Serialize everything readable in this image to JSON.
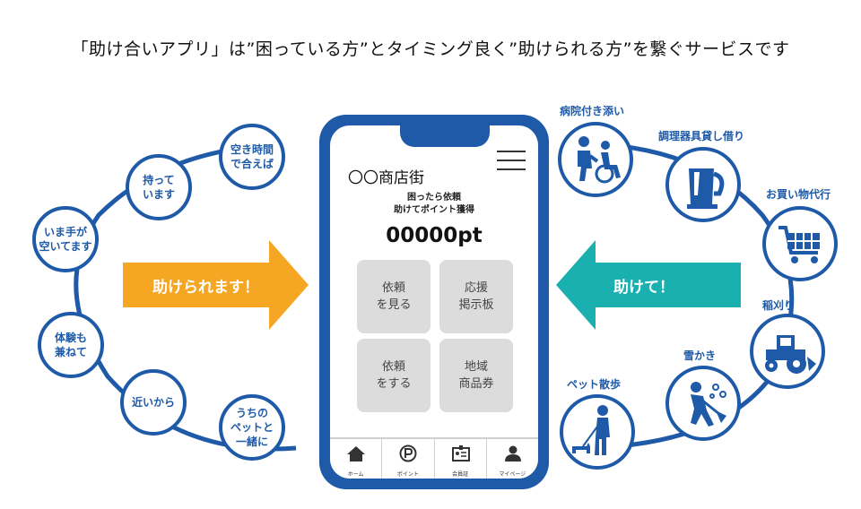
{
  "headline": "「助け合いアプリ」は”困っている方”とタイミング良く”助けられる方”を繋ぐサービスです",
  "helper_bubbles": [
    "空き時間\nで合えば",
    "持って\nいます",
    "いま手が\n空いてます",
    "体験も\n兼ねて",
    "近いから",
    "うちの\nペットと\n一緒に"
  ],
  "services": [
    {
      "label": "病院付き添い",
      "icon": "wheelchair-assist-icon"
    },
    {
      "label": "調理器具貸し借り",
      "icon": "kettle-icon"
    },
    {
      "label": "お買い物代行",
      "icon": "shopping-cart-icon"
    },
    {
      "label": "稲刈り",
      "icon": "tractor-icon"
    },
    {
      "label": "雪かき",
      "icon": "snow-shovel-icon"
    },
    {
      "label": "ペット散歩",
      "icon": "dog-walk-icon"
    }
  ],
  "arrows": {
    "left_label": "助けられます！",
    "left_color": "#f5a623",
    "right_label": "助けて！",
    "right_color": "#1ab0b0"
  },
  "phone": {
    "title": "〇〇商店街",
    "tagline": "困ったら依頼\n助けてポイント獲得",
    "points": "00000pt",
    "tiles": [
      "依頼\nを見る",
      "応援\n掲示板",
      "依頼\nをする",
      "地域\n商品券"
    ],
    "tabs": [
      {
        "label": "ホーム",
        "icon": "home-icon"
      },
      {
        "label": "ポイント",
        "icon": "point-icon"
      },
      {
        "label": "会員証",
        "icon": "member-card-icon"
      },
      {
        "label": "マイページ",
        "icon": "user-icon"
      }
    ]
  },
  "colors": {
    "primary": "#1e5aa8",
    "tile": "#dcdcdc"
  }
}
